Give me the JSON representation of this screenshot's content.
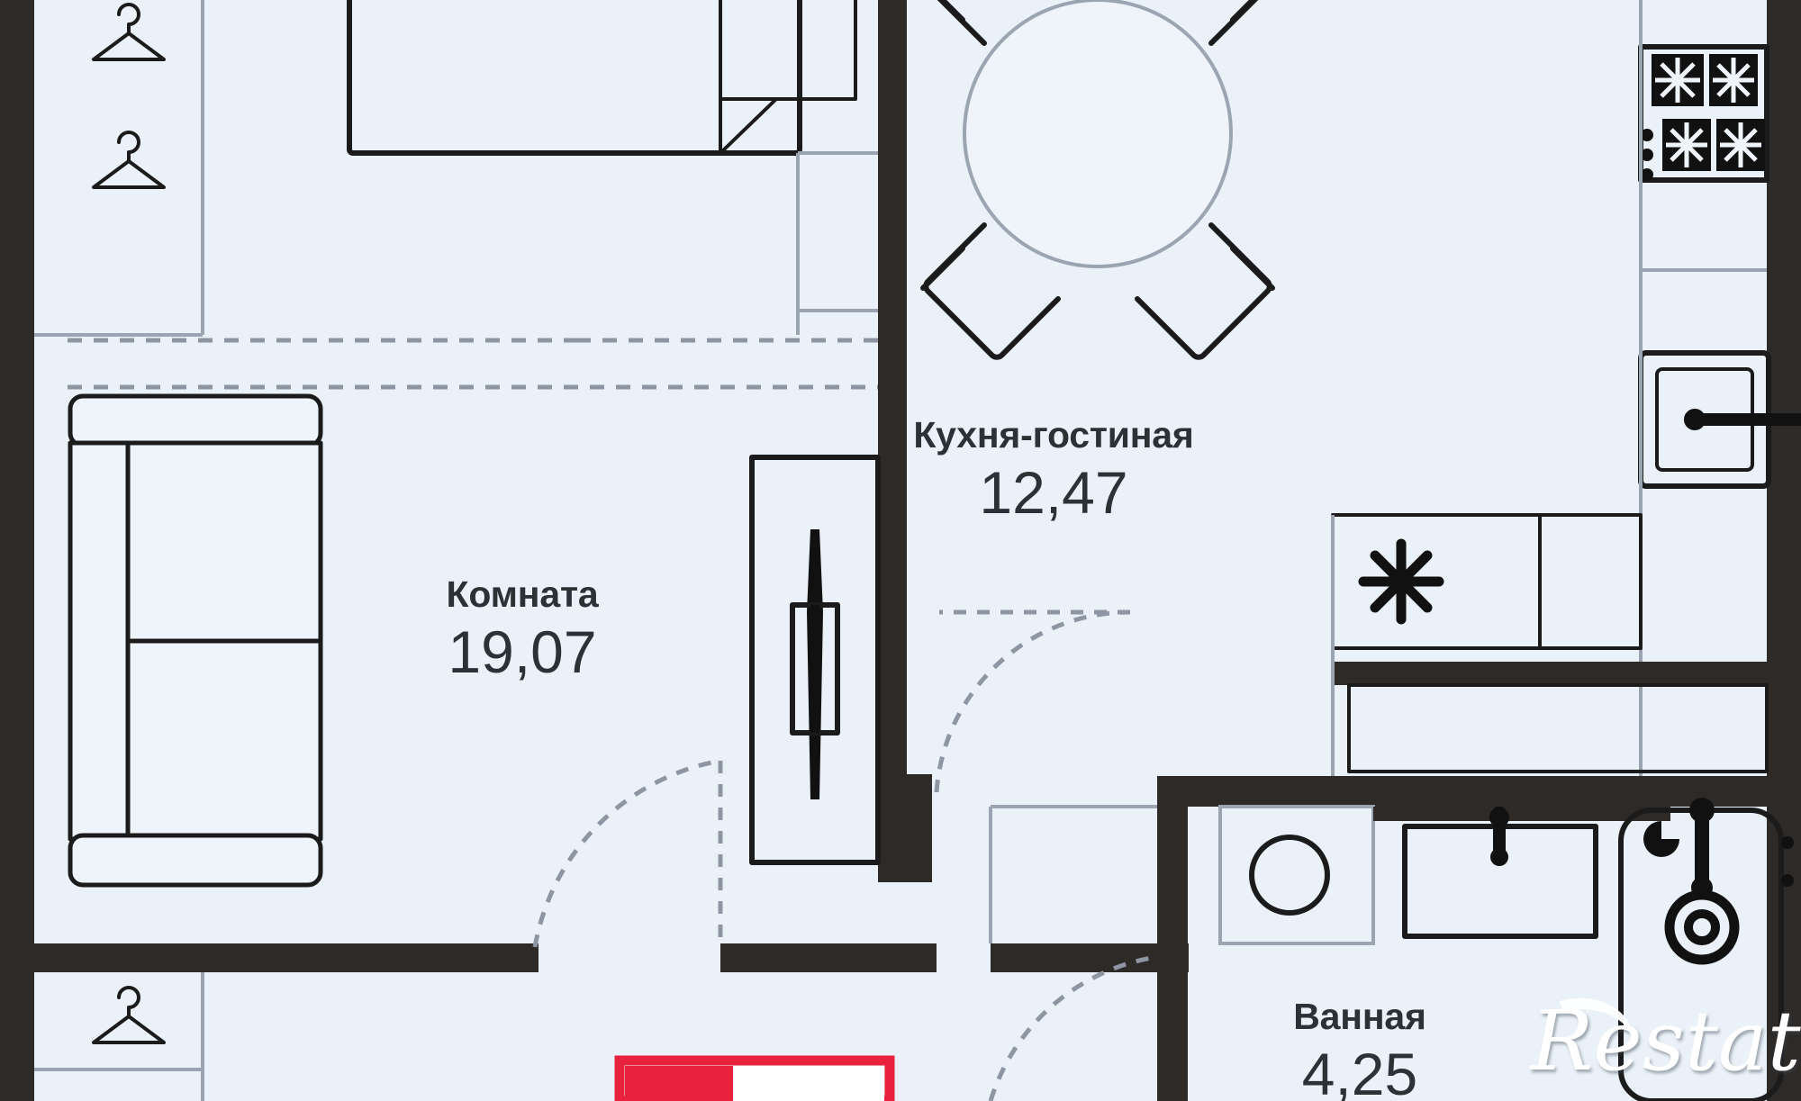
{
  "document": {
    "kind": "apartment-floor-plan",
    "language": "ru"
  },
  "rooms": [
    {
      "id": "kitchen-living",
      "name": "Кухня-гостиная",
      "area": "12,47"
    },
    {
      "id": "room",
      "name": "Комната",
      "area": "19,07"
    },
    {
      "id": "bathroom",
      "name": "Ванная",
      "area": "4,25"
    }
  ],
  "watermark": {
    "text_leading": "R",
    "text_trailing": "estate"
  },
  "colors": {
    "floor_fill": "#eaf1f8",
    "wall_dark": "#2e2a28",
    "wall_outline": "#1b1b1b",
    "furniture_stroke": "#1b1b1b",
    "label_text": "#2c3136",
    "entry_door_red": "#e8213c",
    "dashed_gray": "#8d96a2",
    "watermark_white": "#ffffff"
  },
  "icons": {
    "hanger": "clothes-hanger-icon",
    "refrigerator": "asterisk-snowflake-icon",
    "hob": "four-burner-gas-hob-icon",
    "sink": "kitchen-sink-icon",
    "washer": "washing-machine-icon",
    "bathtub": "bathtub-icon",
    "basin": "wash-basin-icon",
    "table": "round-dining-table-icon",
    "chair": "dining-chair-icon",
    "sofa": "two-seat-sofa-icon",
    "bed": "bed-icon",
    "nightstand": "nightstand-icon",
    "door_swing": "door-swing-arc-icon",
    "entry_door": "entrance-door-icon"
  }
}
